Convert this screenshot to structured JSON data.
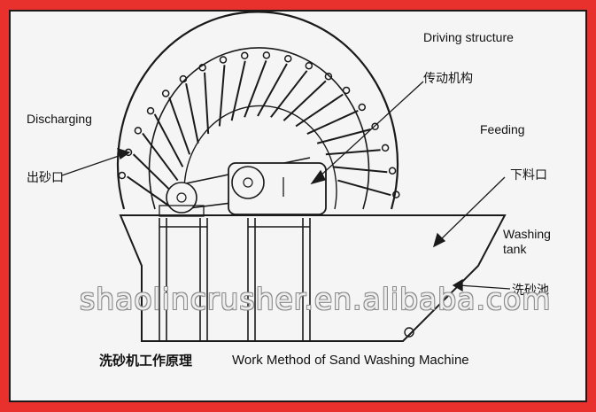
{
  "labels": {
    "driving_structure": "Driving structure",
    "driving_structure_cn": "传动机构",
    "discharging": "Discharging",
    "discharging_cn": "出砂口",
    "feeding": "Feeding",
    "feeding_cn": "下料口",
    "washing_tank": "Washing",
    "washing_tank_2": "tank",
    "washing_tank_cn": "洗砂池"
  },
  "watermark": "shaolincrusher.en.alibaba.com",
  "caption": {
    "cn": "洗砂机工作原理",
    "en": "Work Method of Sand Washing Machine"
  },
  "colors": {
    "border": "#e8302c",
    "line": "#1a1a1a",
    "background": "#f5f5f5"
  }
}
